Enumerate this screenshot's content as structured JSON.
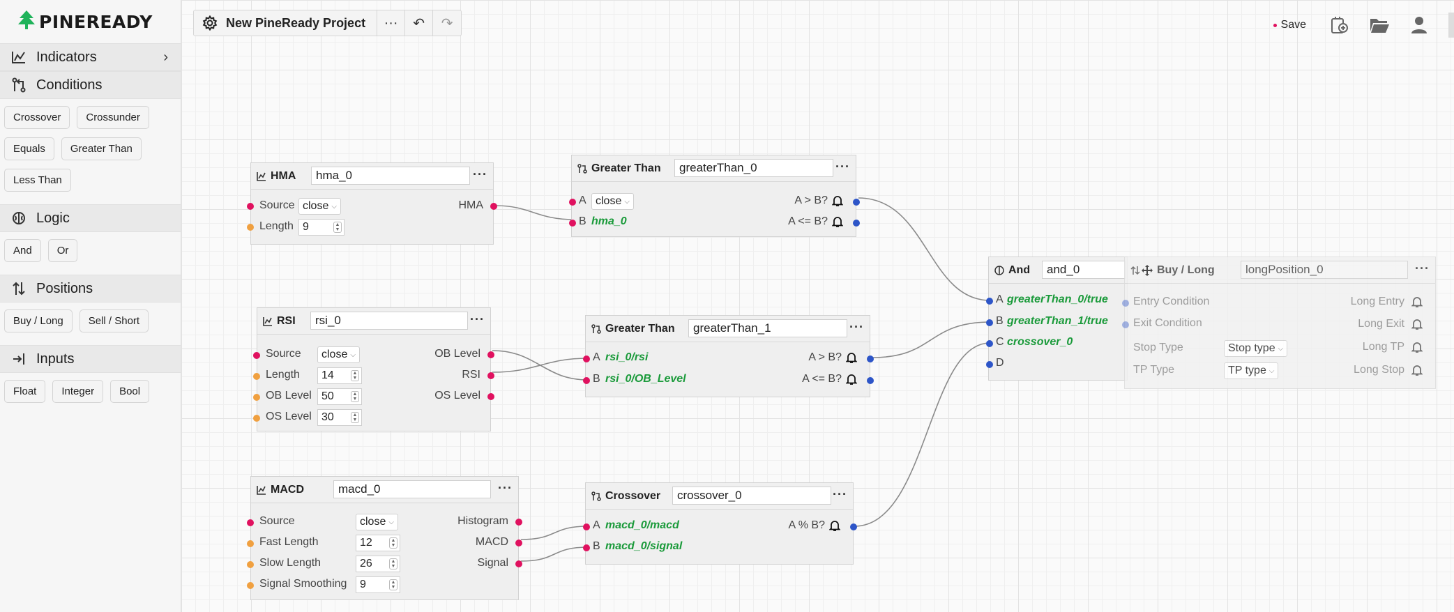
{
  "brand": {
    "name": "PINEREADY"
  },
  "sidebar": {
    "indicators": {
      "label": "Indicators"
    },
    "conditions": {
      "label": "Conditions",
      "items": [
        "Crossover",
        "Crossunder",
        "Equals",
        "Greater Than",
        "Less Than"
      ]
    },
    "logic": {
      "label": "Logic",
      "items": [
        "And",
        "Or"
      ]
    },
    "positions": {
      "label": "Positions",
      "items": [
        "Buy / Long",
        "Sell / Short"
      ]
    },
    "inputs": {
      "label": "Inputs",
      "items": [
        "Float",
        "Integer",
        "Bool"
      ]
    }
  },
  "topbar": {
    "project_title": "New PineReady Project",
    "menu": "···",
    "undo": "↶",
    "redo": "↷"
  },
  "topright": {
    "save_label": "Save"
  },
  "nodes": {
    "hma": {
      "title": "HMA",
      "name": "hma_0",
      "menu": "···",
      "source_label": "Source",
      "source_value": "close",
      "length_label": "Length",
      "length_value": "9",
      "out_label": "HMA"
    },
    "rsi": {
      "title": "RSI",
      "name": "rsi_0",
      "menu": "···",
      "source_label": "Source",
      "source_value": "close",
      "length_label": "Length",
      "length_value": "14",
      "ob_label": "OB Level",
      "ob_value": "50",
      "os_label": "OS Level",
      "os_value": "30",
      "out_ob": "OB Level",
      "out_rsi": "RSI",
      "out_os": "OS Level"
    },
    "macd": {
      "title": "MACD",
      "name": "macd_0",
      "menu": "···",
      "source_label": "Source",
      "source_value": "close",
      "fast_label": "Fast Length",
      "fast_value": "12",
      "slow_label": "Slow Length",
      "slow_value": "26",
      "signal_label": "Signal Smoothing",
      "signal_value": "9",
      "out_hist": "Histogram",
      "out_macd": "MACD",
      "out_signal": "Signal"
    },
    "gt0": {
      "title": "Greater Than",
      "name": "greaterThan_0",
      "menu": "···",
      "a_key": "A",
      "a_value": "close",
      "b_key": "B",
      "b_value": "hma_0",
      "out_true": "A > B?",
      "out_false": "A <= B?"
    },
    "gt1": {
      "title": "Greater Than",
      "name": "greaterThan_1",
      "menu": "···",
      "a_key": "A",
      "a_value": "rsi_0/rsi",
      "b_key": "B",
      "b_value": "rsi_0/OB_Level",
      "out_true": "A > B?",
      "out_false": "A <= B?"
    },
    "cross": {
      "title": "Crossover",
      "name": "crossover_0",
      "menu": "···",
      "a_key": "A",
      "a_value": "macd_0/macd",
      "b_key": "B",
      "b_value": "macd_0/signal",
      "out": "A % B?"
    },
    "and": {
      "title": "And",
      "name": "and_0",
      "a_key": "A",
      "a_value": "greaterThan_0/true",
      "b_key": "B",
      "b_value": "greaterThan_1/true",
      "c_key": "C",
      "c_value": "crossover_0",
      "d_key": "D"
    },
    "long": {
      "title": "Buy / Long",
      "name": "longPosition_0",
      "menu": "···",
      "entry_label": "Entry Condition",
      "exit_label": "Exit Condition",
      "stop_label": "Stop Type",
      "stop_value": "Stop type",
      "tp_label": "TP Type",
      "tp_value": "TP type",
      "out_entry": "Long Entry",
      "out_exit": "Long Exit",
      "out_tp": "Long TP",
      "out_stop": "Long Stop"
    }
  }
}
